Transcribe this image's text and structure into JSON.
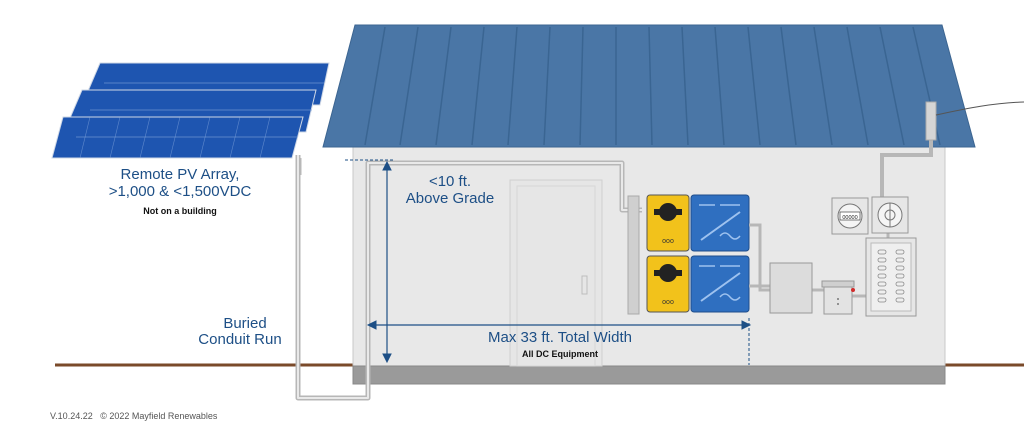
{
  "labels": {
    "array_title_line1": "Remote PV Array,",
    "array_title_line2": ">1,000 & <1,500VDC",
    "array_subtitle": "Not on a building",
    "height_line1": "<10 ft.",
    "height_line2": "Above Grade",
    "conduit_line1": "Buried",
    "conduit_line2": "Conduit Run",
    "width_label": "Max 33 ft. Total Width",
    "width_sublabel": "All DC Equipment"
  },
  "meter_reading": "00000",
  "footer": {
    "version": "V.10.24.22",
    "copyright": "© 2022 Mayfield Renewables"
  },
  "colors": {
    "roof": "#4a76a6",
    "wall": "#e7e7e7",
    "ground": "#7a4a2a",
    "text_blue": "#1d4f86",
    "disconnect_yellow": "#f2c21b",
    "inverter_blue": "#2f6fc0",
    "solar_panel": "#1e55b0"
  }
}
